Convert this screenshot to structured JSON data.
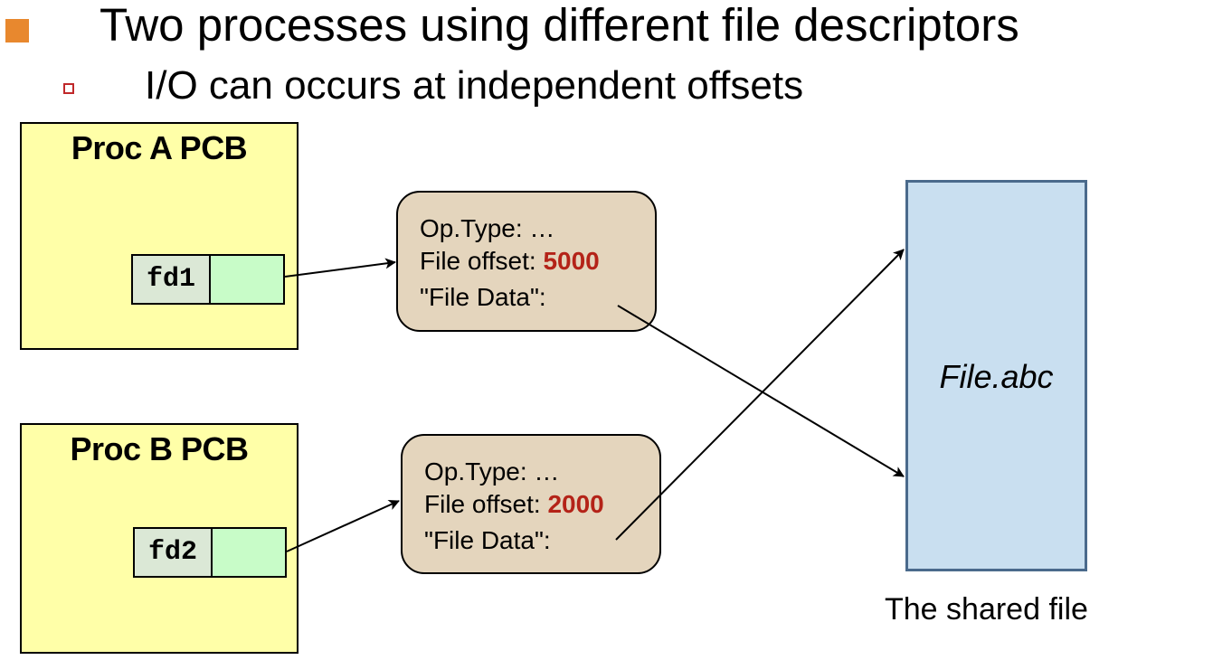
{
  "heading": {
    "main": "Two processes using different file descriptors",
    "sub": "I/O can occurs at independent offsets"
  },
  "proc_a": {
    "title": "Proc A PCB",
    "fd_label": "fd1"
  },
  "proc_b": {
    "title": "Proc B PCB",
    "fd_label": "fd2"
  },
  "open_file_a": {
    "op_type": "Op.Type: …",
    "offset_label": "File offset: ",
    "offset_value": "5000",
    "file_data": "\"File Data\":"
  },
  "open_file_b": {
    "op_type": "Op.Type: …",
    "offset_label": "File offset: ",
    "offset_value": "2000",
    "file_data": "\"File Data\":"
  },
  "file": {
    "name": "File.abc",
    "caption": "The shared file"
  },
  "colors": {
    "bullet_main": "#e8882e",
    "bullet_sub": "#c0282a",
    "pcb_fill": "#ffffa8",
    "fd_slot_fill": "#c8fcc8",
    "open_file_fill": "#e4d5bd",
    "offset_value": "#b42318",
    "file_fill": "#c9dff0"
  }
}
